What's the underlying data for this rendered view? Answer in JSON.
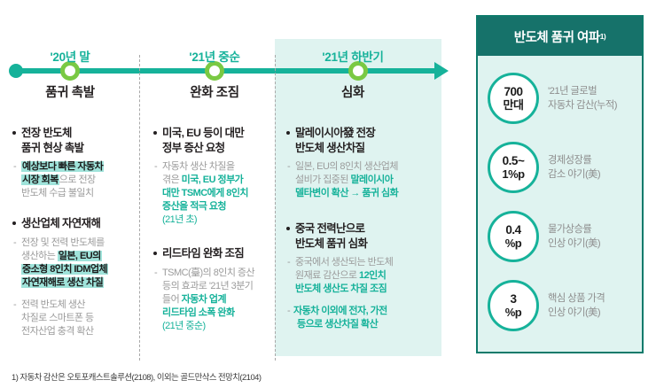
{
  "timeline": {
    "phases": [
      {
        "date": "'20년 말",
        "title": "품귀 촉발",
        "groups": [
          {
            "head_line1": "전장 반도체",
            "head_line2": "품귀 현상 촉발",
            "sub": [
              {
                "pre": "",
                "hl1": "예상보다 빠른 자동차",
                "hl2": "시장 회복",
                "post": "으로 전장",
                "tail": "반도체 수급 불일치"
              }
            ]
          },
          {
            "head_line1": "생산업체 자연재해",
            "head_line2": "",
            "sub": [
              {
                "pre": "전장 및 전력 반도체를",
                "mid": "생산하는 ",
                "hl1": "일본, EU의",
                "hl2": "중소형 8인치 IDM업체",
                "hl3": "자연재해로 생산 차질"
              },
              {
                "l1": "전력 반도체 생산",
                "l2": "차질로 스마트폰 등",
                "l3": "전자산업 충격 확산"
              }
            ]
          }
        ]
      },
      {
        "date": "'21년 중순",
        "title": "완화 조짐",
        "groups": [
          {
            "head_line1": "미국, EU 등이 대만",
            "head_line2": "정부 증산 요청",
            "sub": [
              {
                "l1": "자동차 생산 차질을",
                "l2pre": "겪은 ",
                "l2em": "미국, EU 정부가",
                "l3em": "대만 TSMC에게 8인치",
                "l4em": "증산을 적극 요청",
                "l5": "(21년 초)"
              }
            ]
          },
          {
            "head_line1": "리드타임 완화 조짐",
            "head_line2": "",
            "sub": [
              {
                "l1": "TSMC(臺)의 8인치 증산",
                "l2": "등의 효과로 '21년 3분기",
                "l3pre": "들어  ",
                "l3em": "자동차 업계",
                "l4em": "리드타임 소폭 완화",
                "l5": "(21년 중순)"
              }
            ]
          }
        ]
      },
      {
        "date": "'21년 하반기",
        "title": "심화",
        "groups": [
          {
            "head_line1": "말레이시아發 전장",
            "head_line2": "반도체 생산차질",
            "sub": [
              {
                "l1": "일본, EU의 8인치 생산업체",
                "l2pre": "설비가 집중된 ",
                "l2em": "말레이시아",
                "l3em": "델타변이 확산 → 품귀 심화"
              }
            ]
          },
          {
            "head_line1": "중국 전력난으로",
            "head_line2": "반도체 품귀 심화",
            "sub": [
              {
                "l1": "중국에서 생산되는 반도체",
                "l2pre": "원재료 감산으로 ",
                "l2em": "12인치",
                "l3em": "반도체 생산도 차질 조짐"
              },
              {
                "l1em": "자동차 이외에 전자, 가전",
                "l2em2": "등으로 생산차질 확산"
              }
            ]
          }
        ]
      }
    ]
  },
  "impact": {
    "title": "반도체 품귀 여파",
    "title_sup": "1)",
    "rows": [
      {
        "value_line1": "700",
        "value_line2": "만대",
        "desc_line1": "'21년 글로벌",
        "desc_line2": "자동차 감산(누적)"
      },
      {
        "value_line1": "0.5~",
        "value_line2": "1%p",
        "desc_line1": "경제성장률",
        "desc_line2": "감소 야기(美)"
      },
      {
        "value_line1": "0.4",
        "value_line2": "%p",
        "desc_line1": "물가상승률",
        "desc_line2": "인상 야기(美)"
      },
      {
        "value_line1": "3",
        "value_line2": "%p",
        "desc_line1": "핵심 상품 가격",
        "desc_line2": "인상 야기(美)"
      }
    ]
  },
  "footnote": "1) 자동차 감산은 오토포캐스트솔루션(2108), 이외는 골드만삭스 전망치(2104)",
  "colors": {
    "teal": "#16b29a",
    "dark_teal": "#16726a",
    "mint_bg": "#dff3f0",
    "highlight": "#9fe3da",
    "node_green": "#7ac943",
    "gray_text": "#9b9b9b"
  }
}
